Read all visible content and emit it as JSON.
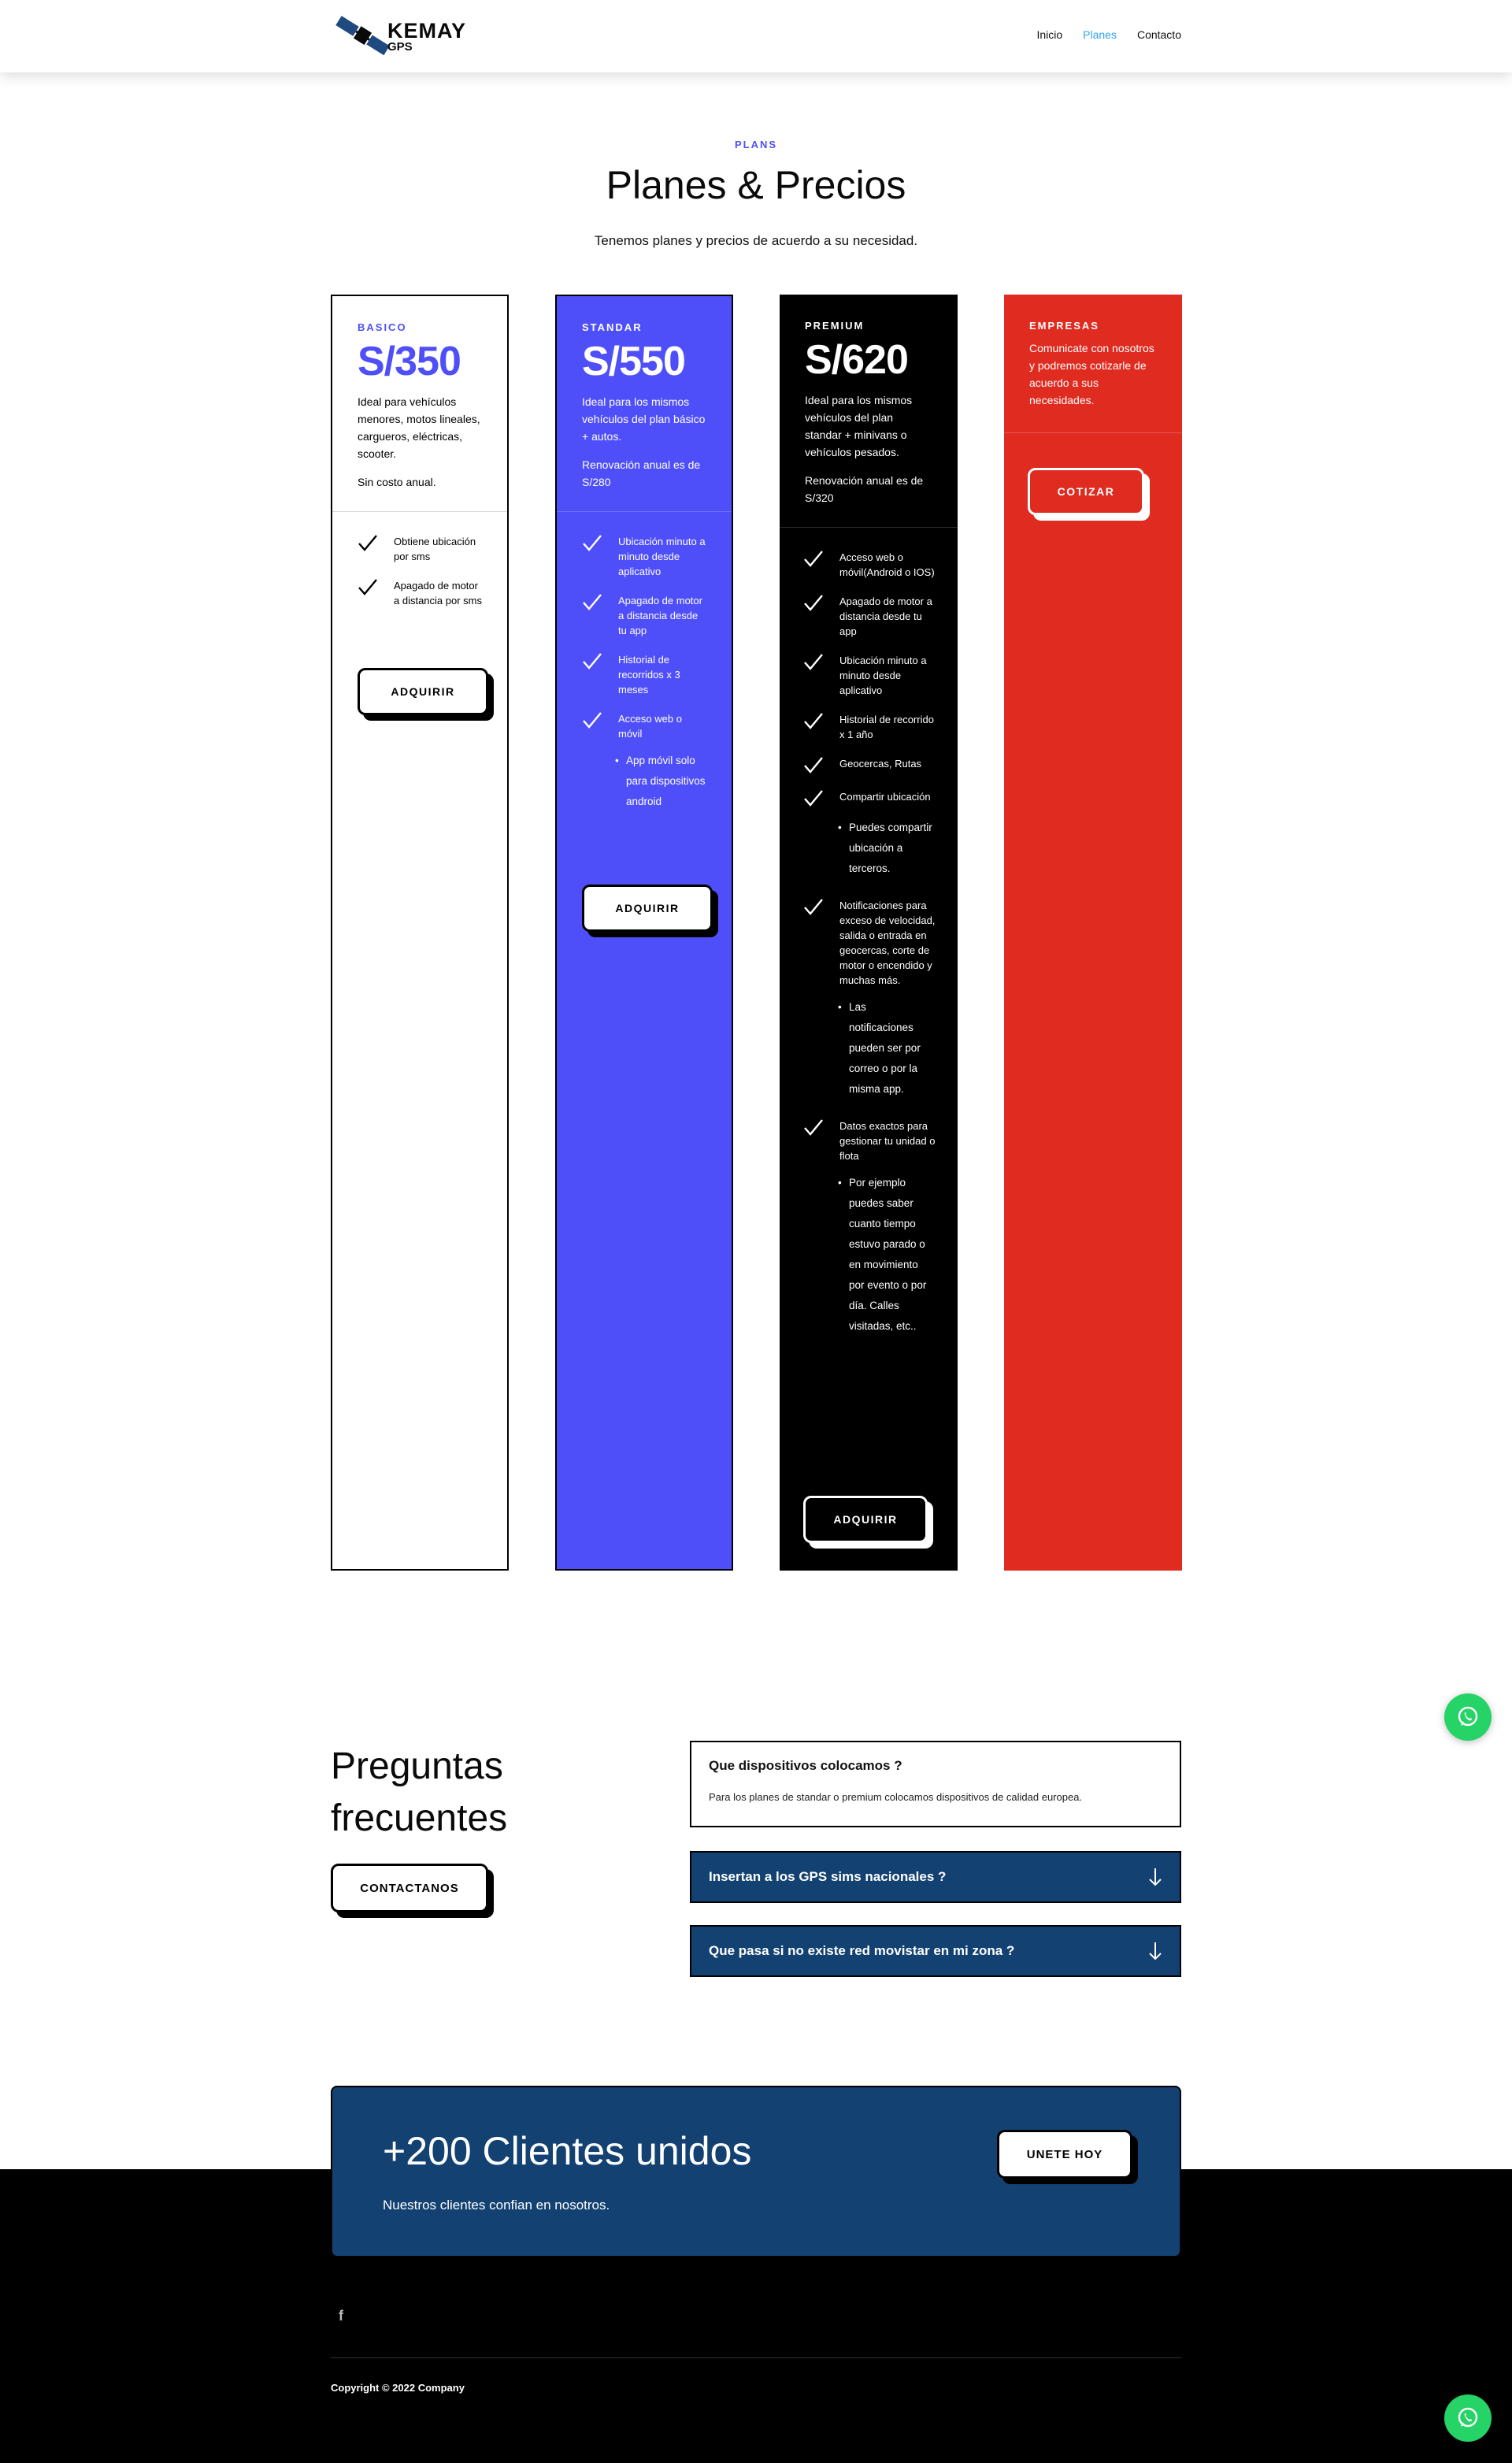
{
  "header": {
    "logo_brand": "KEMAY",
    "logo_sub": "GPS",
    "nav": [
      {
        "label": "Inicio",
        "active": false
      },
      {
        "label": "Planes",
        "active": true
      },
      {
        "label": "Contacto",
        "active": false
      }
    ]
  },
  "hero": {
    "eyebrow": "PLANS",
    "title": "Planes & Precios",
    "subtitle": "Tenemos planes y precios de acuerdo a su necesidad."
  },
  "plans": {
    "basic": {
      "label": "BASICO",
      "price": "S/350",
      "description": "Ideal para vehículos menores, motos lineales, cargueros, eléctricas, scooter.",
      "note": "Sin costo anual.",
      "features": [
        "Obtiene ubicación por sms",
        "Apagado de motor a distancia por sms"
      ],
      "button": "ADQUIRIR"
    },
    "standar": {
      "label": "STANDAR",
      "price": "S/550",
      "description": "Ideal para los mismos vehículos del plan básico + autos.",
      "note": "Renovación anual es de S/280",
      "features": [
        "Ubicación minuto a minuto desde aplicativo",
        "Apagado de motor a distancia desde tu app",
        "Historial de recorridos x 3 meses",
        "Acceso web o móvil"
      ],
      "sub_items": [
        "App móvil solo para dispositivos android"
      ],
      "button": "ADQUIRIR"
    },
    "premium": {
      "label": "PREMIUM",
      "price": "S/620",
      "description": "Ideal para los mismos vehículos del plan standar + minivans o vehículos pesados.",
      "note": "Renovación anual es de S/320",
      "features": [
        "Acceso web o móvil(Android o IOS)",
        "Apagado de motor a distancia desde tu app",
        "Ubicación minuto a minuto desde aplicativo",
        "Historial de recorrido x 1 año",
        "Geocercas, Rutas",
        "Compartir ubicación",
        "Notificaciones para exceso de velocidad, salida o entrada en geocercas, corte de motor o encendido y muchas más.",
        "Datos exactos para gestionar tu unidad o flota"
      ],
      "sub_share": "Puedes compartir ubicación a terceros.",
      "sub_notif": "Las notificaciones pueden ser por correo o por la misma app.",
      "sub_data": "Por ejemplo puedes saber cuanto tiempo estuvo parado o en movimiento por evento o por día. Calles visitadas, etc..",
      "button": "ADQUIRIR"
    },
    "empresas": {
      "label": "EMPRESAS",
      "description": "Comunicate con nosotros y podremos cotizarle de acuerdo a sus necesidades.",
      "button": "COTIZAR"
    }
  },
  "faq": {
    "title_line1": "Preguntas",
    "title_line2": "frecuentes",
    "cta": "CONTACTANOS",
    "items": [
      {
        "question": "Que dispositivos colocamos ?",
        "answer": "Para los planes de standar o premium colocamos dispositivos de calidad europea."
      },
      {
        "question": "Insertan a los GPS sims nacionales ?"
      },
      {
        "question": "Que pasa si no existe red movistar en mi zona ?"
      }
    ]
  },
  "cta": {
    "title": "+200 Clientes unidos",
    "subtitle": "Nuestros clientes confian en nosotros.",
    "button": "UNETE HOY"
  },
  "footer": {
    "facebook": "f",
    "copyright": "Copyright © 2022 Company"
  },
  "colors": {
    "accent_blue": "#4f4ffa",
    "navy": "#134272",
    "red": "#e02b20",
    "whatsapp": "#25d366",
    "link_active": "#2ea3f2"
  }
}
